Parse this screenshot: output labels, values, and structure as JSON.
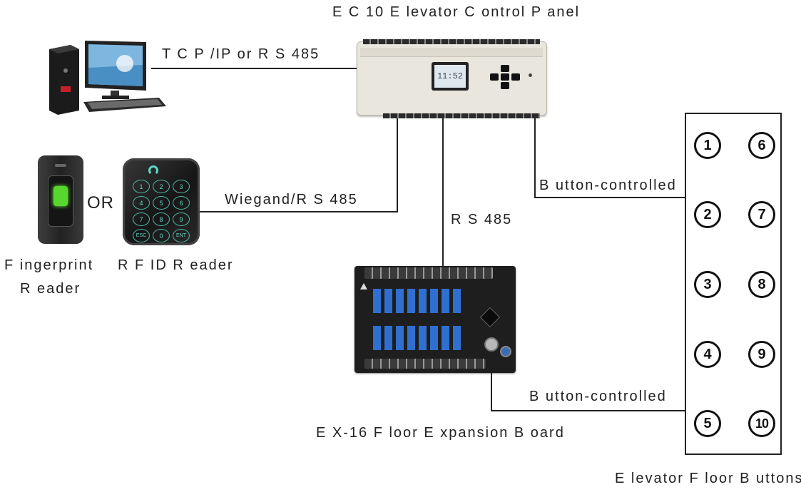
{
  "titles": {
    "control_panel": "E C 10 E levator C ontrol P anel",
    "expansion_board": "E X-16 F loor E xpansion B oard",
    "floor_buttons": "E levator F loor B uttons",
    "fingerprint_reader": [
      "F ingerprint",
      "R eader"
    ],
    "rfid_reader": "R F ID R eader",
    "or": "OR"
  },
  "connections": {
    "pc_link": "T C P /IP  or  R S 485",
    "reader_link": "Wiegand/R S 485",
    "board_link": "R S 485",
    "panel_buttons": "B utton-controlled",
    "board_buttons": "B utton-controlled"
  },
  "devices": {
    "panel_display": "11:52",
    "keypad_keys": [
      "1",
      "2",
      "3",
      "4",
      "5",
      "6",
      "7",
      "8",
      "9",
      "ESC",
      "0",
      "ENT"
    ]
  },
  "floor_buttons": {
    "left": [
      "1",
      "2",
      "3",
      "4",
      "5"
    ],
    "right": [
      "6",
      "7",
      "8",
      "9",
      "10"
    ]
  }
}
